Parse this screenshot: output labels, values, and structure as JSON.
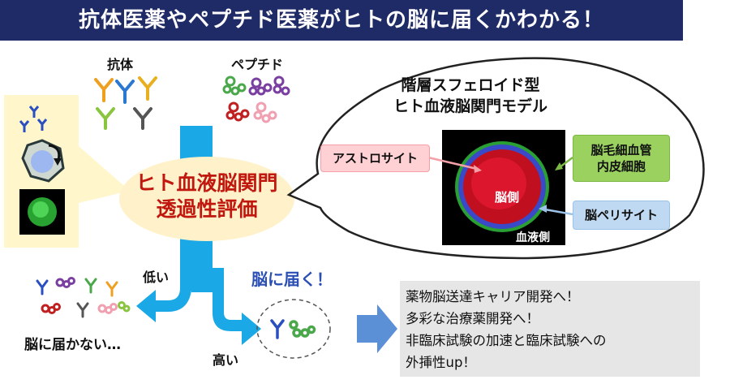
{
  "title": "抗体医薬やペプチド医薬がヒトの脳に届くかわかる！",
  "labels": {
    "antibody": "抗体",
    "peptide": "ペプチド",
    "evaluation": [
      "ヒト血液脳関門",
      "透過性評価"
    ],
    "low": "低い",
    "high": "高い",
    "not_reach": "脳に届かない…",
    "reach": "脳に届く！"
  },
  "bubble": {
    "title": [
      "階層スフェロイド型",
      "ヒト血液脳関門モデル"
    ],
    "astrocyte": "アストロサイト",
    "endothelial": [
      "脳毛細血管",
      "内皮細胞"
    ],
    "pericyte": "脳ペリサイト",
    "brain_side": "脳側",
    "blood_side": "血液側"
  },
  "results": [
    "薬物脳送達キャリア開発へ！",
    "多彩な治療薬開発へ！",
    "非臨床試験の加速と臨床試験への",
    "外挿性up！"
  ],
  "colors": {
    "title_bg": "#1f2b66",
    "arrow_cyan": "#1aa8e6",
    "eval_text": "#c0180f",
    "brain_text": "#2c4fb5"
  }
}
